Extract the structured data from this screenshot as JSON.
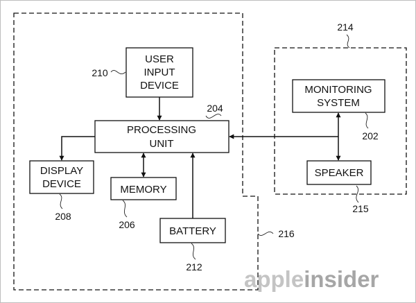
{
  "blocks": {
    "user_input": {
      "lines": [
        "USER",
        "INPUT",
        "DEVICE"
      ],
      "ref": "210"
    },
    "processing_unit": {
      "lines": [
        "PROCESSING",
        "UNIT"
      ],
      "ref": "204"
    },
    "display_device": {
      "lines": [
        "DISPLAY",
        "DEVICE"
      ],
      "ref": "208"
    },
    "memory": {
      "lines": [
        "MEMORY"
      ],
      "ref": "206"
    },
    "battery": {
      "lines": [
        "BATTERY"
      ],
      "ref": "212"
    },
    "monitoring_system": {
      "lines": [
        "MONITORING",
        "SYSTEM"
      ],
      "ref": "202"
    },
    "speaker": {
      "lines": [
        "SPEAKER"
      ],
      "ref": "215"
    }
  },
  "regions": {
    "left_device": {
      "ref": "216"
    },
    "right_device": {
      "ref": "214"
    }
  },
  "watermark": {
    "part1": "apple",
    "part2": "insider",
    "color1": "#c4c4c4",
    "color2": "#a6a6a6"
  },
  "colors": {
    "line": "#111111"
  }
}
